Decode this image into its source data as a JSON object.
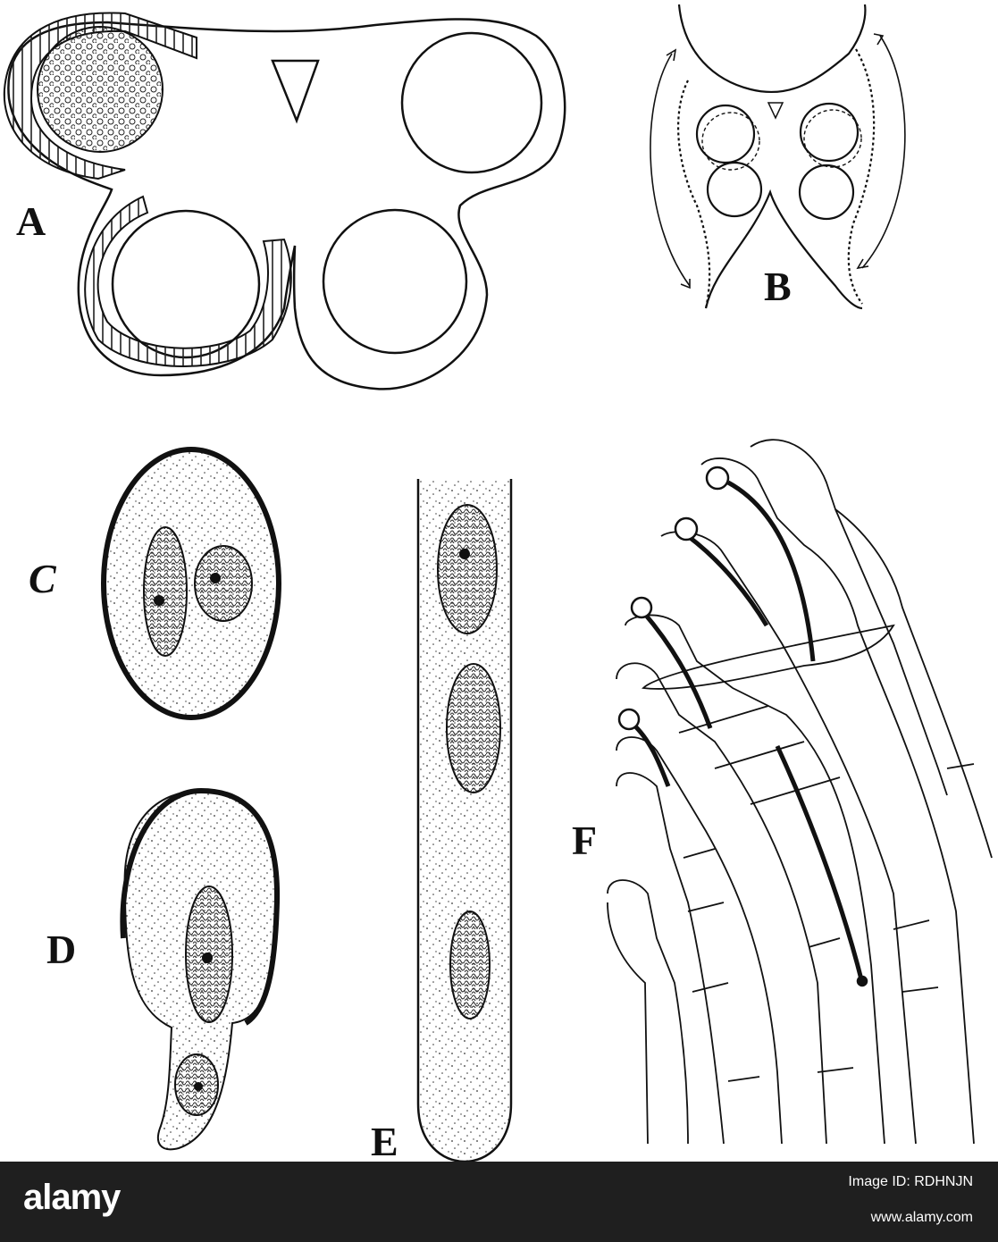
{
  "figure": {
    "labels": {
      "a": "A",
      "b": "B",
      "c": "C",
      "d": "D",
      "e": "E",
      "f": "F"
    }
  },
  "watermark": {
    "brand": "alamy",
    "image_code": "Image ID: RDHNJN",
    "site": "www.alamy.com"
  }
}
